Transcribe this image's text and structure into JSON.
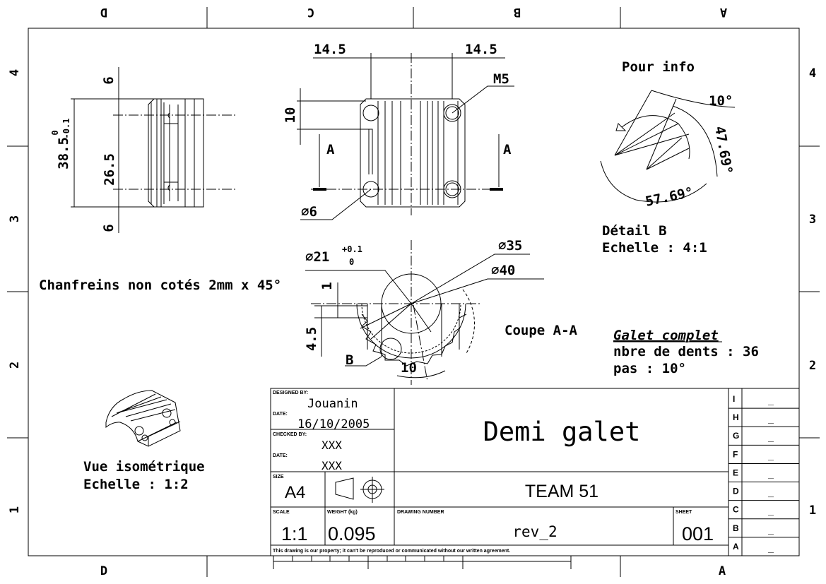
{
  "sheet_frame": {
    "top_zones": [
      "D",
      "C",
      "B",
      "A"
    ],
    "bottom_zones": [
      "D",
      "A"
    ],
    "left_zones": [
      "4",
      "3",
      "2",
      "1"
    ],
    "right_zones": [
      "4",
      "3",
      "2",
      "1"
    ]
  },
  "side_view": {
    "dim_overall": "38.5",
    "tol_upper": "0",
    "tol_lower": "-0.1",
    "dim_inner": "26.5",
    "dim_top": "6",
    "dim_bottom": "6"
  },
  "front_view": {
    "dim_left": "14.5",
    "dim_right": "14.5",
    "dim_height": "10",
    "thread": "M5",
    "hole": "∅6",
    "section_left": "A",
    "section_right": "A"
  },
  "detail_b": {
    "note": "Pour info",
    "angle_pitch": "10°",
    "angle_a": "47.69°",
    "angle_b": "57.69°",
    "title": "Détail B",
    "scale": "Echelle :  4:1"
  },
  "section_aa": {
    "bore": "∅21",
    "bore_tol_upper": "+0.1",
    "bore_tol_lower": "0",
    "dia_35": "∅35",
    "dia_40": "∅40",
    "dim_1": "1",
    "dim_45": "4.5",
    "detail_ref": "B",
    "dim_10": "10",
    "title": "Coupe A-A"
  },
  "notes": {
    "chamfers": "Chanfreins non cotés 2mm x 45°",
    "galet_title": "Galet complet",
    "teeth": "nbre de dents : 36",
    "pitch": "pas : 10°"
  },
  "iso_view": {
    "title": "Vue isométrique",
    "scale": "Echelle :  1:2"
  },
  "title_block": {
    "designed_by_label": "DESIGNED BY:",
    "designed_by": "Jouanin",
    "date_label": "DATE:",
    "date": "16/10/2005",
    "checked_by_label": "CHECKED BY:",
    "checked_by": "XXX",
    "checked_date_label": "DATE:",
    "checked_date": "XXX",
    "size_label": "SIZE",
    "size": "A4",
    "title": "Demi galet",
    "team": "TEAM 51",
    "scale_label": "SCALE",
    "scale": "1:1",
    "weight_label": "WEIGHT (kg)",
    "weight": "0.095",
    "drawing_number_label": "DRAWING NUMBER",
    "drawing_number": "rev_2",
    "sheet_label": "SHEET",
    "sheet": "001",
    "disclaimer": "This drawing is our property; it can't be reproduced or communicated without our written agreement.",
    "revisions": [
      {
        "letter": "I",
        "value": "_"
      },
      {
        "letter": "H",
        "value": "_"
      },
      {
        "letter": "G",
        "value": "_"
      },
      {
        "letter": "F",
        "value": "_"
      },
      {
        "letter": "E",
        "value": "_"
      },
      {
        "letter": "D",
        "value": "_"
      },
      {
        "letter": "C",
        "value": "_"
      },
      {
        "letter": "B",
        "value": "_"
      },
      {
        "letter": "A",
        "value": "_"
      }
    ]
  }
}
